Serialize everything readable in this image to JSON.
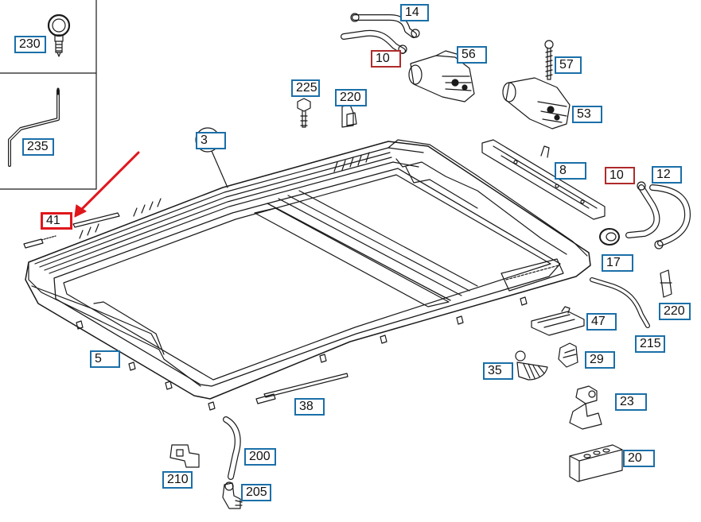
{
  "diagram": {
    "callouts": {
      "c230": "230",
      "c235": "235",
      "c3": "3",
      "c41": "41",
      "c5": "5",
      "c14": "14",
      "c10a": "10",
      "c56": "56",
      "c57": "57",
      "c225": "225",
      "c220a": "220",
      "c53": "53",
      "c8": "8",
      "c10b": "10",
      "c12": "12",
      "c17": "17",
      "c220b": "220",
      "c47": "47",
      "c215": "215",
      "c35": "35",
      "c29": "29",
      "c23": "23",
      "c20": "20",
      "c38": "38",
      "c200": "200",
      "c205": "205",
      "c210": "210"
    },
    "colors": {
      "callout_border": "#1b6fa8",
      "highlight_border": "#e0161b",
      "alt_border": "#b02a2a",
      "arrow": "#e0161b",
      "line_art": "#1a1a1a"
    }
  }
}
